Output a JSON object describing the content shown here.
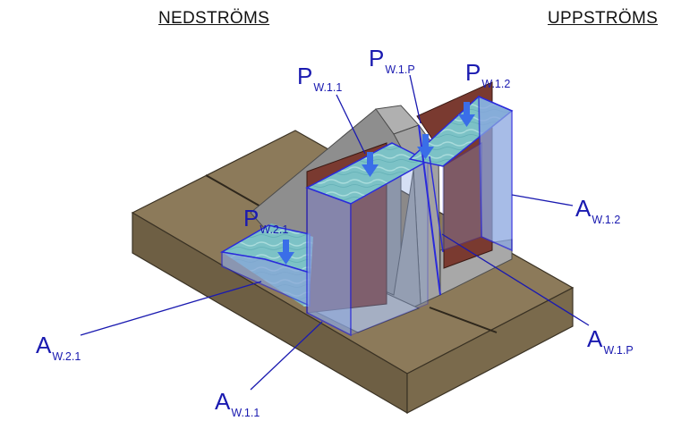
{
  "headings": {
    "downstream": "NEDSTRÖMS",
    "upstream": "UPPSTRÖMS"
  },
  "labels": {
    "p_w11": {
      "main": "P",
      "sub": "W.1.1"
    },
    "p_w1p": {
      "main": "P",
      "sub": "W.1.P"
    },
    "p_w12": {
      "main": "P",
      "sub": "W.1.2"
    },
    "p_w21": {
      "main": "P",
      "sub": "W.2.1"
    },
    "a_w12": {
      "main": "A",
      "sub": "W.1.2"
    },
    "a_w21": {
      "main": "A",
      "sub": "W.2.1"
    },
    "a_w1p": {
      "main": "A",
      "sub": "W.1.P"
    },
    "a_w11": {
      "main": "A",
      "sub": "W.1.1"
    }
  },
  "colors": {
    "ground": "#8c7a5a",
    "concrete": "#9c9c9c",
    "water": "#7fc4c7",
    "water_volume": "#8aa6e0",
    "steel": "#7a3a30",
    "annotation": "#1a1ab0",
    "arrow": "#3a6ee8"
  }
}
